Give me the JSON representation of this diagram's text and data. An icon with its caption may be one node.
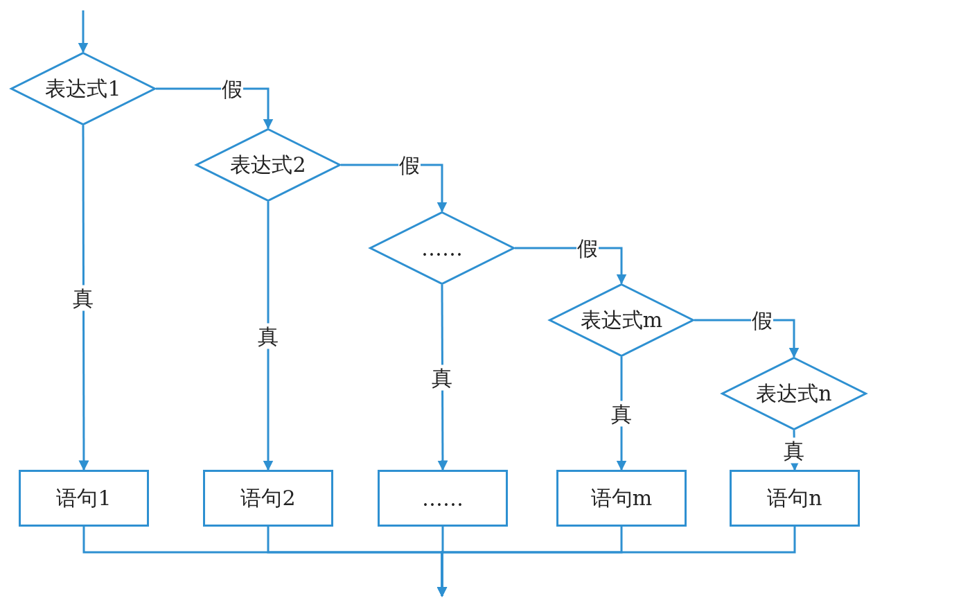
{
  "diagram": {
    "nodes": [
      {
        "text": [
          "表达式1"
        ]
      },
      {
        "text": [
          "表达式2"
        ]
      },
      {
        "text": [
          "……"
        ]
      },
      {
        "text": [
          "表达式m"
        ]
      },
      {
        "text": [
          "表达式n"
        ]
      },
      {
        "text": [
          "语句1"
        ]
      },
      {
        "text": [
          "语句2"
        ]
      },
      {
        "text": [
          "……"
        ]
      },
      {
        "text": [
          "语句m"
        ]
      },
      {
        "text": [
          "语句n"
        ]
      }
    ],
    "edges": [
      {
        "from": null,
        "to": 0,
        "arrow": "to"
      },
      {
        "from": 0,
        "to": 1,
        "arrow": "to",
        "label": "假"
      },
      {
        "from": 1,
        "to": 2,
        "arrow": "to",
        "label": "假"
      },
      {
        "from": 2,
        "to": 3,
        "arrow": "to",
        "label": "假"
      },
      {
        "from": 3,
        "to": 4,
        "arrow": "to",
        "label": "假"
      },
      {
        "from": 0,
        "to": 5,
        "arrow": "to",
        "label": "真"
      },
      {
        "from": 1,
        "to": 6,
        "arrow": "to",
        "label": "真"
      },
      {
        "from": 2,
        "to": 7,
        "arrow": "to",
        "label": "真"
      },
      {
        "from": 3,
        "to": 8,
        "arrow": "to",
        "label": "真"
      },
      {
        "from": 4,
        "to": 9,
        "arrow": "to",
        "label": "真"
      },
      {
        "from": 5,
        "to": null,
        "arrow": "to"
      },
      {
        "from": 6,
        "to": null,
        "arrow": "to"
      },
      {
        "from": 7,
        "to": null,
        "arrow": "to"
      },
      {
        "from": 8,
        "to": null,
        "arrow": "to"
      },
      {
        "from": 9,
        "to": null,
        "arrow": "to"
      }
    ]
  }
}
